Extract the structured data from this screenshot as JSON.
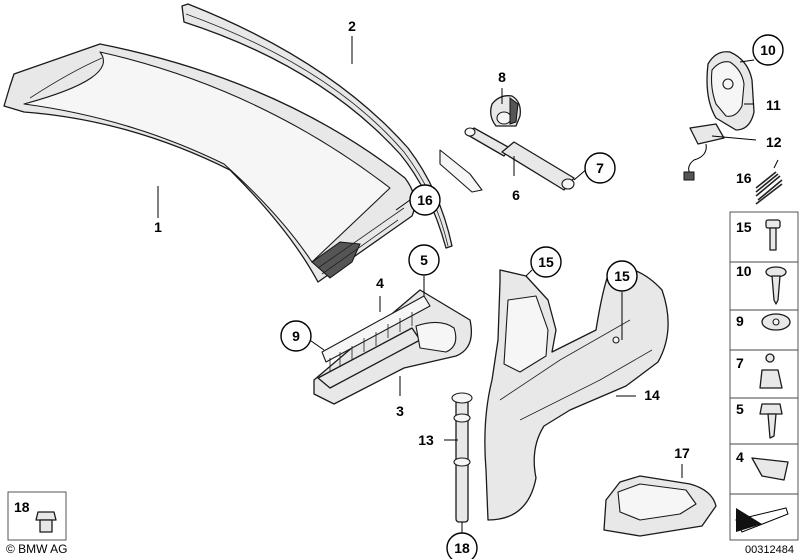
{
  "callouts": {
    "c1": "1",
    "c2": "2",
    "c3": "3",
    "c4": "4",
    "c5": "5",
    "c6": "6",
    "c7": "7",
    "c8": "8",
    "c9": "9",
    "c10": "10",
    "c11": "11",
    "c12": "12",
    "c13": "13",
    "c14": "14",
    "c15a": "15",
    "c15b": "15",
    "c16a": "16",
    "c16b": "16",
    "c17": "17",
    "c18": "18"
  },
  "side_panel": {
    "items": [
      "15",
      "10",
      "9",
      "7",
      "5",
      "4"
    ]
  },
  "corner_box_label": "18",
  "copyright": "© BMW AG",
  "diagram_number": "00312484"
}
